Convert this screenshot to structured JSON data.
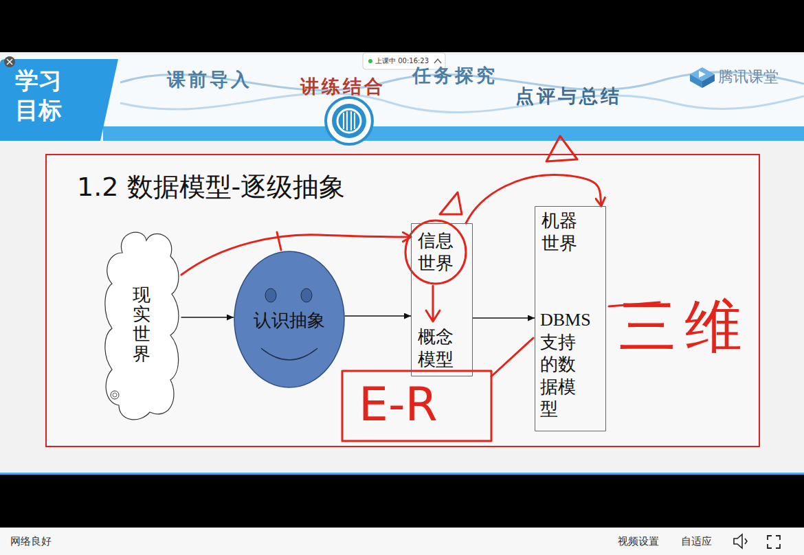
{
  "diagram": {
    "title": "1.2 数据模型-逐级抽象",
    "nodes": [
      {
        "text": [
          "现实世界"
        ]
      },
      {
        "text": [
          "认识抽象"
        ]
      },
      {
        "text": [
          "信息世界",
          "概念模型"
        ]
      },
      {
        "text": [
          "机器世界",
          "DBMS支持的数据模型"
        ]
      }
    ],
    "edges": [
      {
        "from": 0,
        "to": 1,
        "arrow": "to"
      },
      {
        "from": 1,
        "to": 2,
        "arrow": "to"
      },
      {
        "from": 2,
        "to": 3,
        "arrow": "to"
      },
      {
        "from": 0,
        "to": 2,
        "arrow": "to"
      },
      {
        "from": 2,
        "to": 3,
        "arrow": "to"
      }
    ],
    "labels": [
      "学习目标",
      "课前导入",
      "讲练结合",
      "任务探究",
      "点评与总结",
      "腾讯课堂",
      "上课中 00:16:23",
      "E-R",
      "三维",
      "网络良好",
      "视频设置",
      "自适应"
    ]
  }
}
